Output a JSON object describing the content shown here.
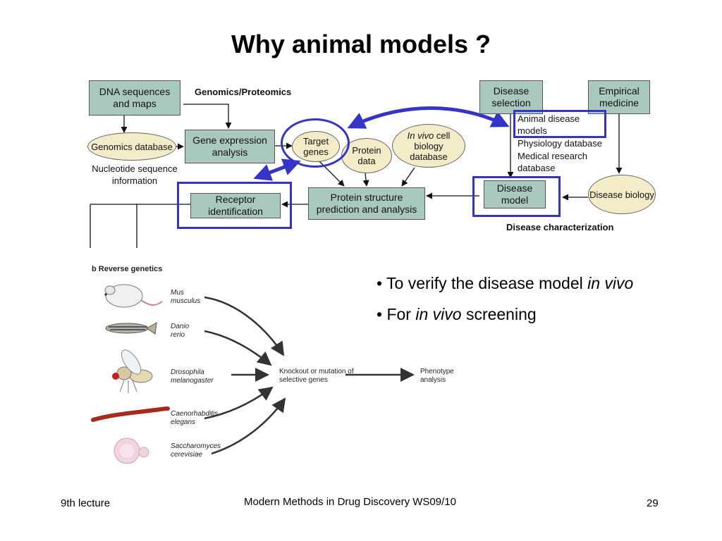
{
  "title": "Why animal models ?",
  "flow": {
    "dna_box": "DNA sequences and maps",
    "genomics_proteomics": "Genomics/Proteomics",
    "genomics_db": "Genomics database",
    "nucleotide_info": "Nucleotide sequence information",
    "gene_expression": "Gene expression analysis",
    "target_genes": "Target genes",
    "protein_data": "Protein data",
    "in_vivo_db_italic": "In vivo",
    "in_vivo_db_rest": "cell biology database",
    "disease_selection": "Disease selection",
    "empirical_medicine": "Empirical medicine",
    "animal_disease_models": "Animal disease models",
    "physiology_db": "Physiology database",
    "medical_research_db": "Medical research database",
    "receptor_id": "Receptor identification",
    "protein_structure": "Protein structure prediction and analysis",
    "disease_model": "Disease model",
    "disease_biology": "Disease biology",
    "disease_characterization": "Disease characterization"
  },
  "reverse_genetics": {
    "panel_title": "b Reverse genetics",
    "organisms": [
      {
        "name": "Mus musculus",
        "icon": "mouse-icon"
      },
      {
        "name": "Danio rerio",
        "icon": "zebrafish-icon"
      },
      {
        "name": "Drosophila melanogaster",
        "icon": "fruit-fly-icon"
      },
      {
        "name": "Caenorhabditis elegans",
        "icon": "worm-icon"
      },
      {
        "name": "Saccharomyces cerevisiae",
        "icon": "yeast-cell-icon"
      }
    ],
    "center_label": "Knockout or mutation of selective genes",
    "outcome_label": "Phenotype analysis"
  },
  "bullets": {
    "b1_text": "To verify the disease model",
    "b1_italic": "in vivo",
    "b2_pre": "For",
    "b2_italic": "in vivo",
    "b2_post": "screening"
  },
  "footer": {
    "left": "9th lecture",
    "center": "Modern Methods in Drug Discovery WS09/10",
    "page": "29"
  },
  "colors": {
    "box_fill": "#a9c9bf",
    "ellipse_fill": "#f4ecc8",
    "highlight_blue": "#3434c8",
    "worm_red": "#a52a1f"
  }
}
